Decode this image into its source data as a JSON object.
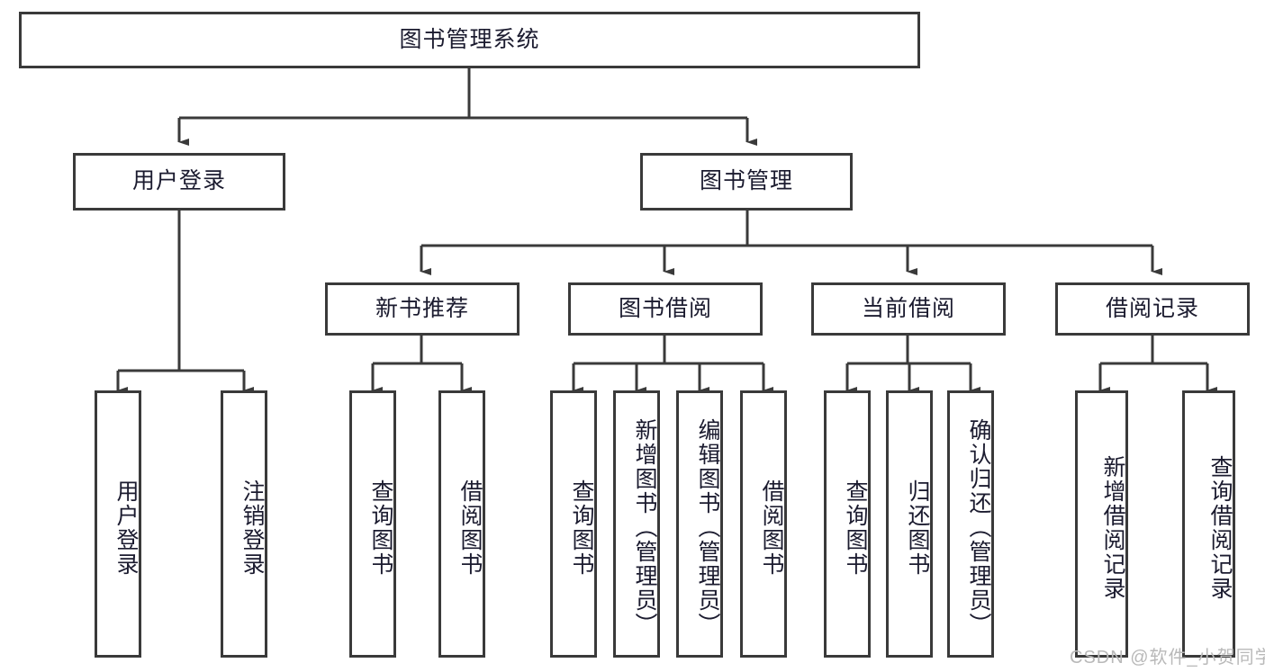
{
  "diagram": {
    "type": "hierarchy-tree",
    "title": "图书管理系统",
    "background_color": "#ffffff",
    "box_border_color": "#3a3a3a",
    "text_color": "#1b1b2f",
    "connector_color": "#3a3a3a"
  },
  "root": {
    "label": "图书管理系统"
  },
  "level2": [
    {
      "label": "用户登录"
    },
    {
      "label": "图书管理"
    }
  ],
  "level3": [
    {
      "label": "新书推荐"
    },
    {
      "label": "图书借阅"
    },
    {
      "label": "当前借阅"
    },
    {
      "label": "借阅记录"
    }
  ],
  "leaves": {
    "user_login": [
      {
        "label": "用户登录"
      },
      {
        "label": "注销登录"
      }
    ],
    "new_book_recommend": [
      {
        "label": "查询图书"
      },
      {
        "label": "借阅图书"
      }
    ],
    "book_borrow": [
      {
        "label": "查询图书"
      },
      {
        "label": "新增图书（管理员）"
      },
      {
        "label": "编辑图书（管理员）"
      },
      {
        "label": "借阅图书"
      }
    ],
    "current_borrow": [
      {
        "label": "查询图书"
      },
      {
        "label": "归还图书"
      },
      {
        "label": "确认归还（管理员）"
      }
    ],
    "borrow_record": [
      {
        "label": "新增借阅记录"
      },
      {
        "label": "查询借阅记录"
      }
    ]
  },
  "watermark": {
    "text": "CSDN @软件_小贺同学",
    "color": "#b9b9b9"
  }
}
